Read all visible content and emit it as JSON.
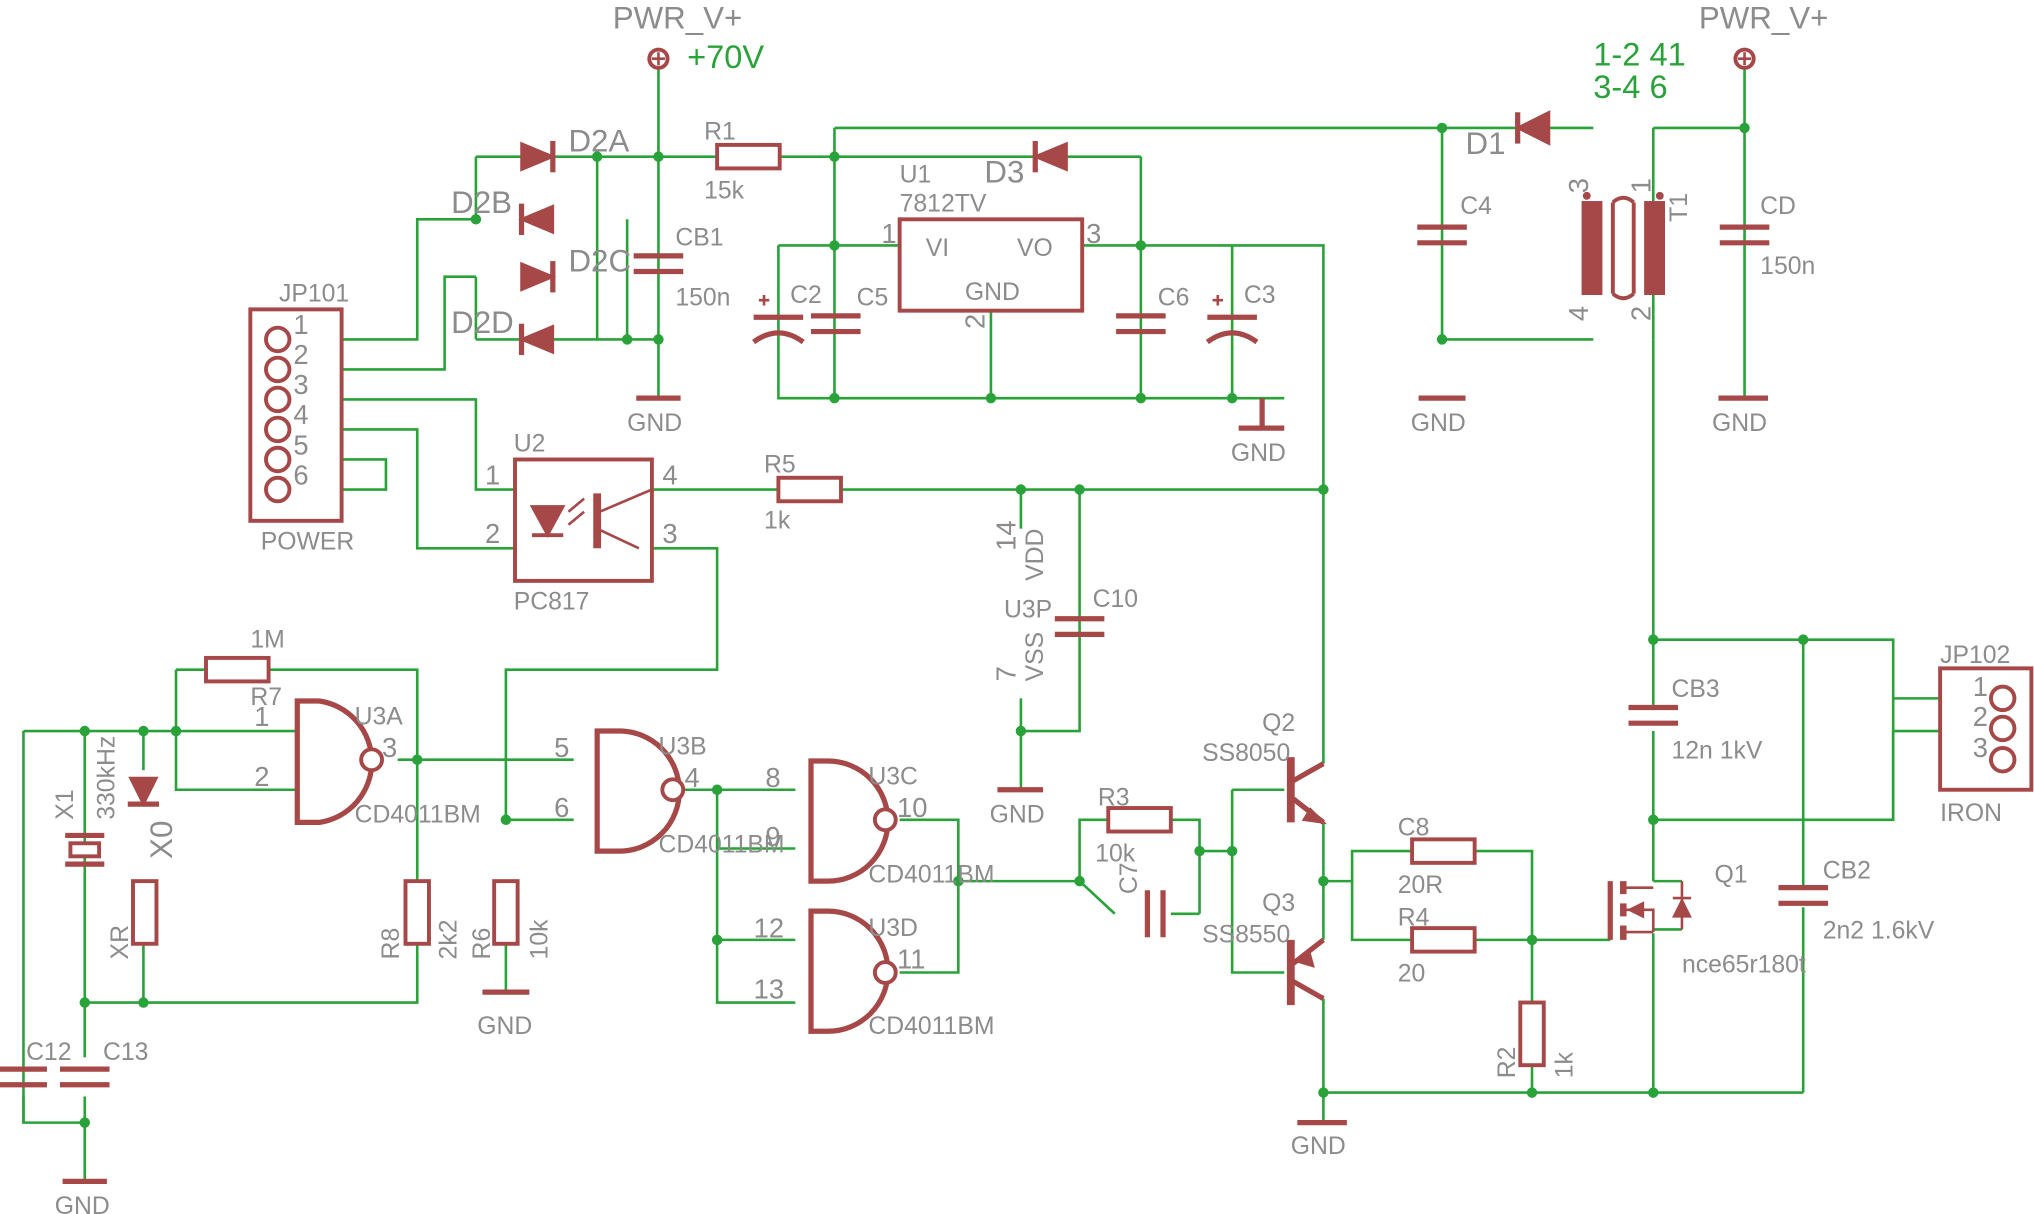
{
  "labels": {
    "pwr1": "PWR_V+",
    "v70": "+70V",
    "pwr2": "PWR_V+",
    "tr1": "1-2 41",
    "tr2": "3-4 6",
    "d2a": "D2A",
    "d2b": "D2B",
    "d2c": "D2C",
    "d2d": "D2D",
    "r1": "R1",
    "r1v": "15k",
    "u1": "U1",
    "u1v": "7812TV",
    "vi": "VI",
    "vo": "VO",
    "gndp": "GND",
    "d3": "D3",
    "d1": "D1",
    "cb1": "CB1",
    "cb1v": "150n",
    "c2": "C2",
    "c5": "C5",
    "c6": "C6",
    "c3": "C3",
    "c4": "C4",
    "cd": "CD",
    "cdv": "150n",
    "t1": "T1",
    "jp101": "JP101",
    "power": "POWER",
    "u2": "U2",
    "pc817": "PC817",
    "r5": "R5",
    "r5v": "1k",
    "vdd": "VDD",
    "vss": "VSS",
    "u3p": "U3P",
    "c10": "C10",
    "r7": "R7",
    "r7v": "1M",
    "u3a": "U3A",
    "u3b": "U3B",
    "u3c": "U3C",
    "u3d": "U3D",
    "cd4011a": "CD4011BM",
    "cd4011b": "CD4011BM",
    "cd4011c": "CD4011BM",
    "cd4011d": "CD4011BM",
    "x1": "X1",
    "x1v": "330kHz",
    "x0": "X0",
    "xr": "XR",
    "r8": "R8",
    "r8v": "2k2",
    "r6": "R6",
    "r6v": "10k",
    "c12": "C12",
    "c13": "C13",
    "r3": "R3",
    "r3v": "10k",
    "c7": "C7",
    "q2": "Q2",
    "q2v": "SS8050",
    "q3": "Q3",
    "q3v": "SS8550",
    "c8": "C8",
    "c8v": "20R",
    "r4": "R4",
    "r4v": "20",
    "r2": "R2",
    "r2v": "1k",
    "cb3": "CB3",
    "cb3v": "12n 1kV",
    "cb2": "CB2",
    "cb2v": "2n2 1.6kV",
    "q1": "Q1",
    "q1v": "nce65r180t",
    "jp102": "JP102",
    "iron": "IRON",
    "gnd": "GND"
  },
  "pins": {
    "p1": "1",
    "p2": "2",
    "p3": "3",
    "p4": "4",
    "p5": "5",
    "p6": "6",
    "p8": "8",
    "p9": "9",
    "p10": "10",
    "p11": "11",
    "p12": "12",
    "p13": "13",
    "p14": "14",
    "p7": "7"
  },
  "colors": {
    "wire": "#2aa23a",
    "symbol": "#a64848",
    "text": "#8c8c8c"
  }
}
